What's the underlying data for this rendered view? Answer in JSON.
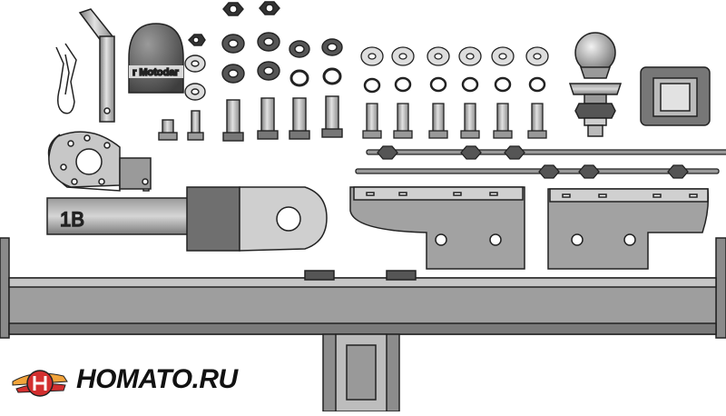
{
  "brand": {
    "name": "HOMATO.RU",
    "logo_icon": "winged-h-logo-icon"
  },
  "parts": {
    "ball_cover_label": "r Motodar",
    "drawbar_marking": "1B"
  },
  "colors": {
    "metal_light": "#bdbdbd",
    "metal_mid": "#8f8f8f",
    "metal_dark": "#5e5e5e",
    "outline": "#222222",
    "logo_red": "#d32f2f",
    "logo_orange": "#f2a33a"
  }
}
